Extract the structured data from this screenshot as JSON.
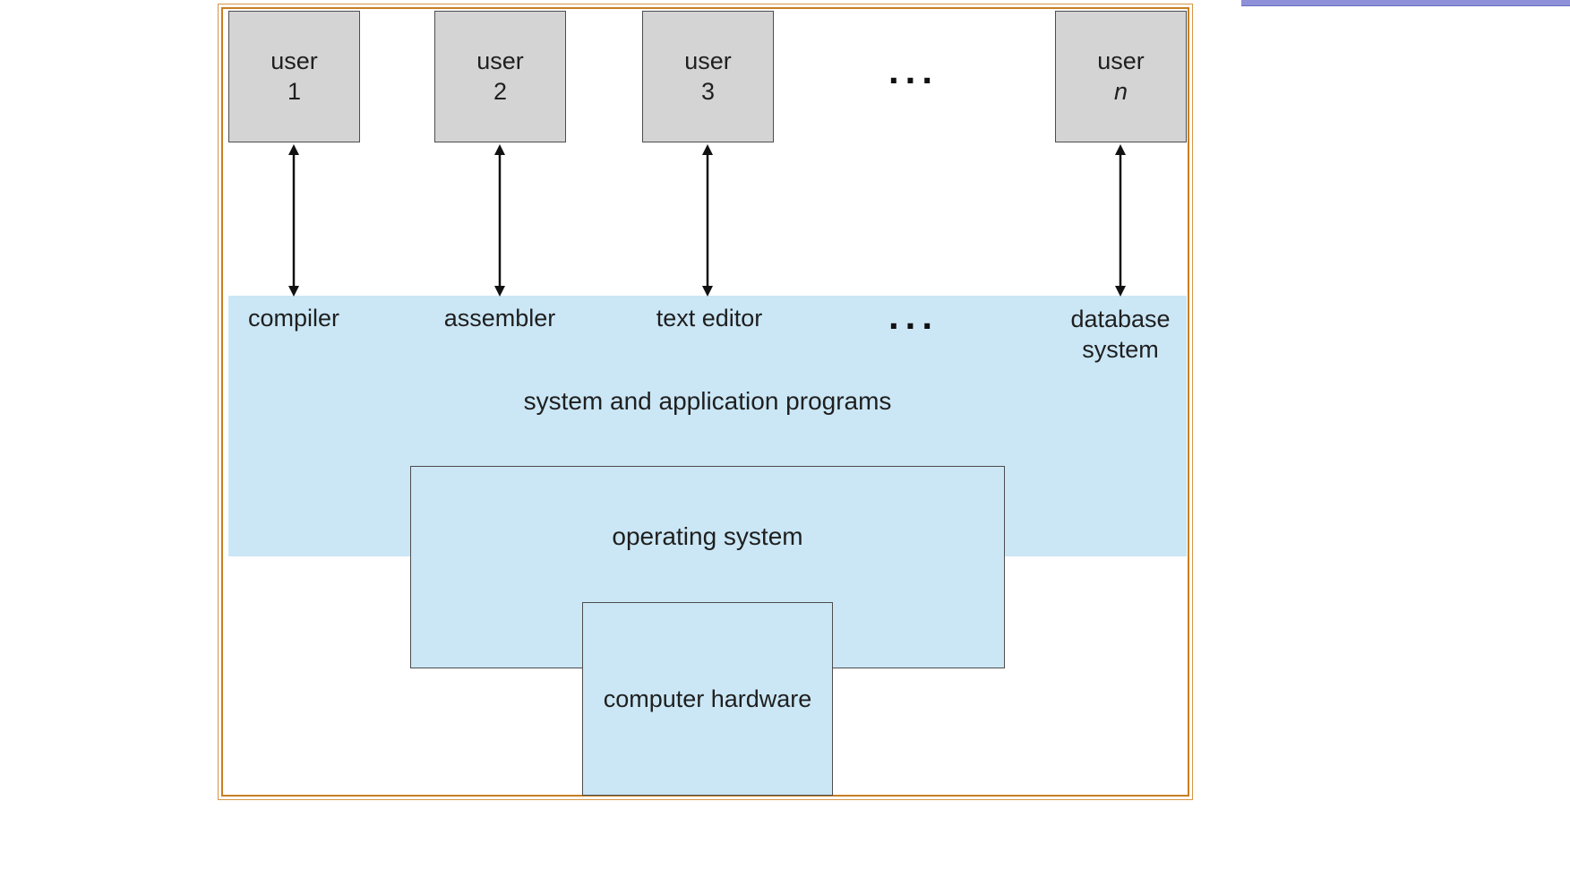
{
  "diagram": {
    "users": [
      {
        "line1": "user",
        "line2": "1"
      },
      {
        "line1": "user",
        "line2": "2"
      },
      {
        "line1": "user",
        "line2": "3"
      },
      {
        "line1": "user",
        "line2": "n"
      }
    ],
    "top_ellipsis": "...",
    "programs": {
      "compiler": "compiler",
      "assembler": "assembler",
      "text_editor": "text editor",
      "ellipsis": "...",
      "database_system": "database system"
    },
    "layers": {
      "programs_label": "system and application programs",
      "os_label": "operating system",
      "hardware_label": "computer hardware"
    },
    "colors": {
      "user_box_fill": "#d4d4d4",
      "layer_fill": "#cbe7f6",
      "frame_orange": "#c87f22",
      "accent_bar": "#8e90d8",
      "arrow": "#111111"
    }
  }
}
